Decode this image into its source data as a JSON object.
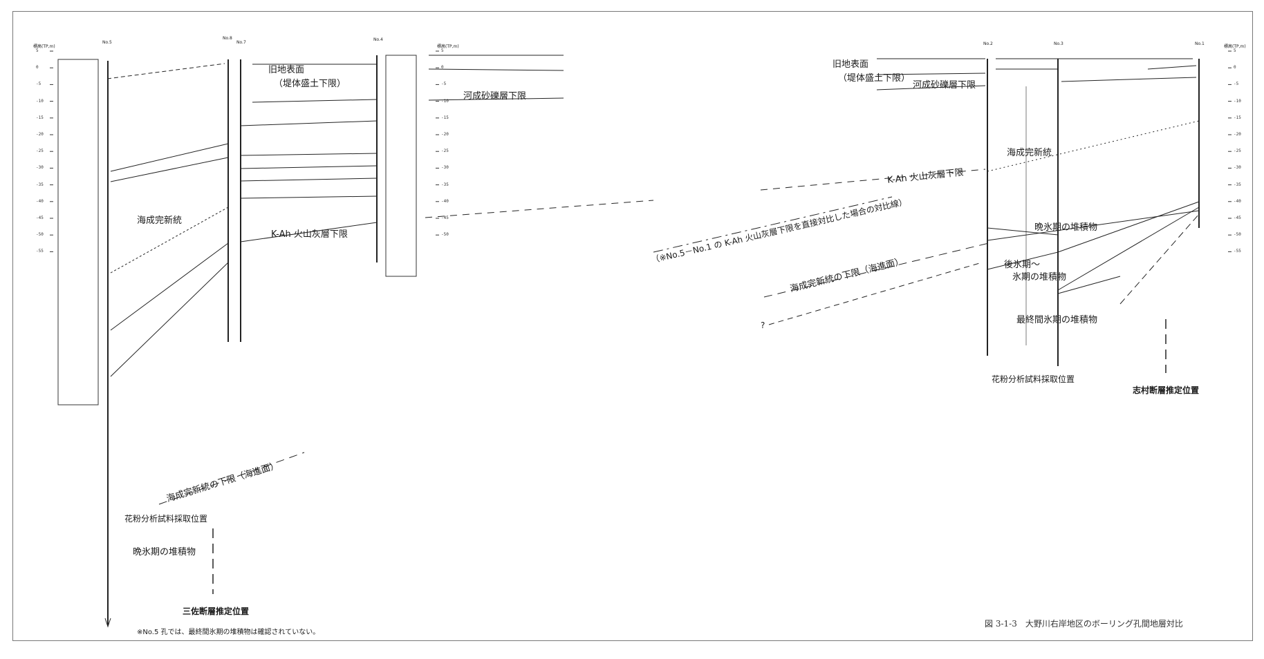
{
  "labels": {
    "old_surface_left": "旧地表面",
    "embankment_left": "（堤体盛土下限）",
    "river_gravel_left": "河成砂礫層下限",
    "holocene_left": "海成完新統",
    "kah_left": "K-Ah 火山灰層下限",
    "holocene_base_left": "海成完新統の下限（海進面）",
    "pollen_left": "花粉分析試料採取位置",
    "late_glacial_left": "晩氷期の堆積物",
    "fault_left": "三佐断層推定位置",
    "note_no5": "※No.5 孔では、最終間氷期の堆積物は確認されていない。",
    "old_surface_right": "旧地表面",
    "embankment_right": "（堤体盛土下限）",
    "river_gravel_right": "河成砂礫層下限",
    "holocene_right": "海成完新統",
    "kah_right": "K-Ah 火山灰層下限",
    "correlation_note": "（※No.5－No.1 の K-Ah 火山灰層下限を直接対比した場合の対比線）",
    "holocene_base_right": "海成完新統の下限（海進面）",
    "question_mark": "?",
    "late_glacial_right": "晩氷期の堆積物",
    "post_glacial": "後氷期～",
    "glacial": "氷期の堆積物",
    "last_interglacial": "最終間氷期の堆積物",
    "pollen_right": "花粉分析試料採取位置",
    "fault_right": "志村断層推定位置",
    "figure_caption": "図 3-1-3　大野川右岸地区のボーリング孔間地層対比"
  },
  "boreholes": {
    "no5": "No.5",
    "no8": "No.8",
    "no7": "No.7",
    "no4": "No.4",
    "no2": "No.2",
    "no3": "No.3",
    "no1": "No.1"
  },
  "axis": {
    "left_title": "標高(TP,m)",
    "mid_title": "標高(TP,m)",
    "right_title": "標高(TP,m)",
    "ticks": [
      "5",
      "0",
      "-5",
      "-10",
      "-15",
      "-20",
      "-25",
      "-30",
      "-35",
      "-40",
      "-45",
      "-50",
      "-55"
    ]
  }
}
